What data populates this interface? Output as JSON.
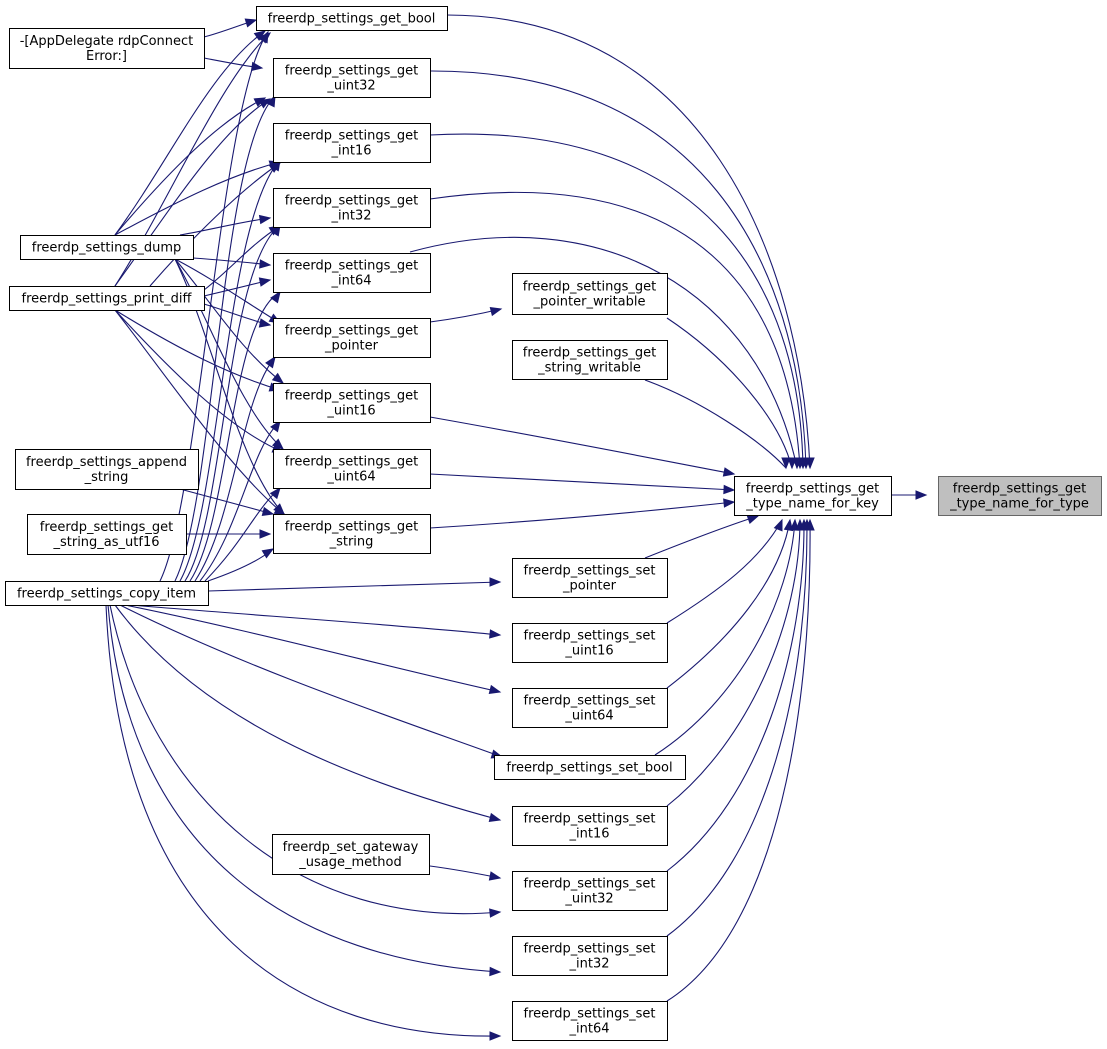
{
  "diagram": {
    "nodes": [
      {
        "id": "n_type_name_for_type",
        "lines": [
          "freerdp_settings_get",
          "_type_name_for_type"
        ],
        "highlight": true
      },
      {
        "id": "n_type_name_for_key",
        "lines": [
          "freerdp_settings_get",
          "_type_name_for_key"
        ]
      },
      {
        "id": "n_get_bool",
        "lines": [
          "freerdp_settings_get_bool"
        ]
      },
      {
        "id": "n_get_uint32",
        "lines": [
          "freerdp_settings_get",
          "_uint32"
        ]
      },
      {
        "id": "n_get_int16",
        "lines": [
          "freerdp_settings_get",
          "_int16"
        ]
      },
      {
        "id": "n_get_int32",
        "lines": [
          "freerdp_settings_get",
          "_int32"
        ]
      },
      {
        "id": "n_get_int64",
        "lines": [
          "freerdp_settings_get",
          "_int64"
        ]
      },
      {
        "id": "n_get_pointer",
        "lines": [
          "freerdp_settings_get",
          "_pointer"
        ]
      },
      {
        "id": "n_get_uint16",
        "lines": [
          "freerdp_settings_get",
          "_uint16"
        ]
      },
      {
        "id": "n_get_uint64",
        "lines": [
          "freerdp_settings_get",
          "_uint64"
        ]
      },
      {
        "id": "n_get_string",
        "lines": [
          "freerdp_settings_get",
          "_string"
        ]
      },
      {
        "id": "n_get_pointer_writable",
        "lines": [
          "freerdp_settings_get",
          "_pointer_writable"
        ]
      },
      {
        "id": "n_get_string_writable",
        "lines": [
          "freerdp_settings_get",
          "_string_writable"
        ]
      },
      {
        "id": "n_set_pointer",
        "lines": [
          "freerdp_settings_set",
          "_pointer"
        ]
      },
      {
        "id": "n_set_uint16",
        "lines": [
          "freerdp_settings_set",
          "_uint16"
        ]
      },
      {
        "id": "n_set_uint64",
        "lines": [
          "freerdp_settings_set",
          "_uint64"
        ]
      },
      {
        "id": "n_set_bool",
        "lines": [
          "freerdp_settings_set_bool"
        ]
      },
      {
        "id": "n_set_int16",
        "lines": [
          "freerdp_settings_set",
          "_int16"
        ]
      },
      {
        "id": "n_set_uint32",
        "lines": [
          "freerdp_settings_set",
          "_uint32"
        ]
      },
      {
        "id": "n_set_int32",
        "lines": [
          "freerdp_settings_set",
          "_int32"
        ]
      },
      {
        "id": "n_set_int64",
        "lines": [
          "freerdp_settings_set",
          "_int64"
        ]
      },
      {
        "id": "n_appdelegate",
        "lines": [
          "-[AppDelegate rdpConnect",
          "Error:]"
        ]
      },
      {
        "id": "n_dump",
        "lines": [
          "freerdp_settings_dump"
        ]
      },
      {
        "id": "n_print_diff",
        "lines": [
          "freerdp_settings_print_diff"
        ]
      },
      {
        "id": "n_append_string",
        "lines": [
          "freerdp_settings_append",
          "_string"
        ]
      },
      {
        "id": "n_string_as_utf16",
        "lines": [
          "freerdp_settings_get",
          "_string_as_utf16"
        ]
      },
      {
        "id": "n_copy_item",
        "lines": [
          "freerdp_settings_copy_item"
        ]
      },
      {
        "id": "n_gateway",
        "lines": [
          "freerdp_set_gateway",
          "_usage_method"
        ]
      }
    ]
  }
}
